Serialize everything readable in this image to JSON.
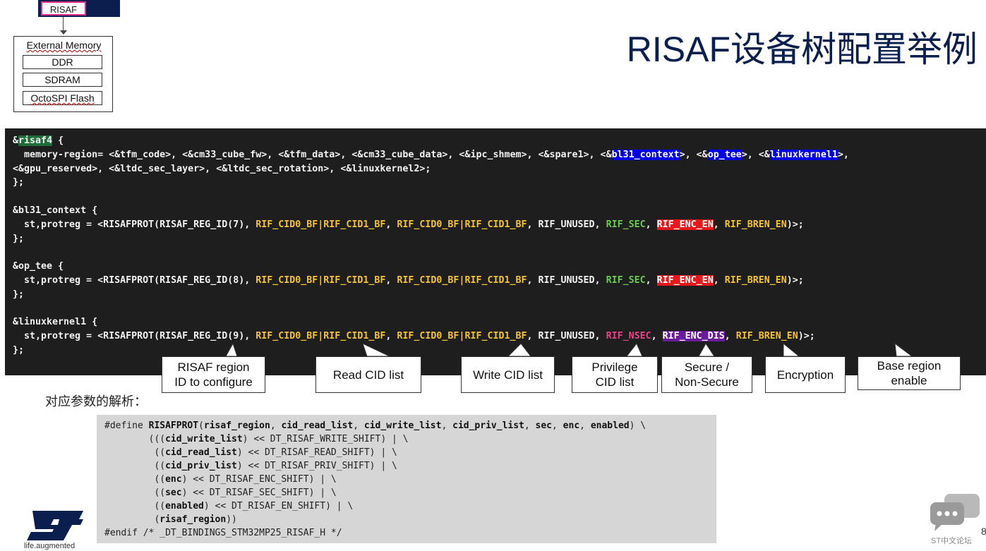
{
  "diagram": {
    "risaf_label": "RISAF",
    "external_memory": {
      "title": "External Memory",
      "items": [
        "DDR",
        "SDRAM",
        "OctoSPI Flash"
      ]
    }
  },
  "title": "RISAF设备树配置举例",
  "code": {
    "lines": [
      "&risaf4 {",
      "memory-region= <&tfm_code>, <&cm33_cube_fw>, <&tfm_data>, <&cm33_cube_data>, <&ipc_shmem>, <&spare1>, <&bl31_context>, <&op_tee>, <&linuxkernel1>,",
      "<&gpu_reserved>, <&ltdc_sec_layer>, <&ltdc_sec_rotation>, <&linuxkernel2>;",
      "};",
      "&bl31_context {",
      "st,protreg = <RISAFPROT(RISAF_REG_ID(7), RIF_CID0_BF|RIF_CID1_BF, RIF_CID0_BF|RIF_CID1_BF, RIF_UNUSED, RIF_SEC, RIF_ENC_EN, RIF_BREN_EN)>;",
      "};",
      "&op_tee {",
      "st,protreg = <RISAFPROT(RISAF_REG_ID(8), RIF_CID0_BF|RIF_CID1_BF, RIF_CID0_BF|RIF_CID1_BF, RIF_UNUSED, RIF_SEC, RIF_ENC_EN, RIF_BREN_EN)>;",
      "};",
      "&linuxkernel1 {",
      "st,protreg = <RISAFPROT(RISAF_REG_ID(9), RIF_CID0_BF|RIF_CID1_BF, RIF_CID0_BF|RIF_CID1_BF, RIF_UNUSED, RIF_NSEC, RIF_ENC_DIS, RIF_BREN_EN)>;",
      "};"
    ]
  },
  "callouts": [
    "RISAF region ID to configure",
    "Read CID list",
    "Write CID list",
    "Privilege CID list",
    "Secure / Non-Secure",
    "Encryption",
    "Base region enable"
  ],
  "subtitle": "对应参数的解析：",
  "define_block": [
    "#define RISAFPROT(risaf_region, cid_read_list, cid_write_list, cid_priv_list, sec, enc, enabled) \\",
    "(((cid_write_list) << DT_RISAF_WRITE_SHIFT) | \\",
    "((cid_read_list) << DT_RISAF_READ_SHIFT) | \\",
    "((cid_priv_list) << DT_RISAF_PRIV_SHIFT) | \\",
    "((enc) << DT_RISAF_ENC_SHIFT) | \\",
    "((sec) << DT_RISAF_SEC_SHIFT) | \\",
    "((enabled) << DT_RISAF_EN_SHIFT) | \\",
    "(risaf_region))",
    "#endif /* _DT_BINDINGS_STM32MP25_RISAF_H */"
  ],
  "logo": {
    "tagline": "life.augmented"
  },
  "forum": {
    "label": "ST中文论坛"
  },
  "page_number": "8",
  "colors": {
    "title": "#0b1f4e",
    "yellow": "#f4c430",
    "green": "#6ccb55",
    "red_highlight": "#e8171a",
    "blue_highlight": "#0000e8",
    "pink": "#e8438a",
    "purple_highlight": "#6a1b9a"
  }
}
